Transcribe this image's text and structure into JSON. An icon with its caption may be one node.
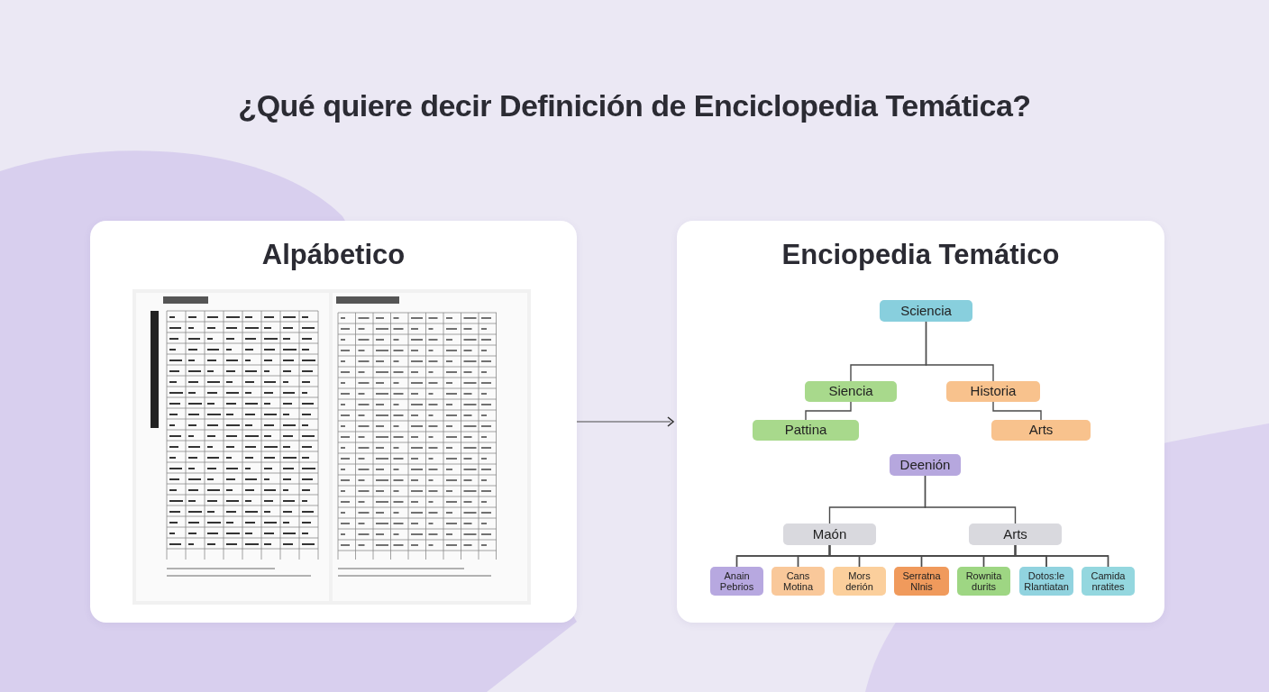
{
  "diagram": {
    "title": "¿Qué quiere decir Definición de Enciclopedia Temática?",
    "nodes": [
      {
        "text": [
          "Alpábetico"
        ]
      },
      {
        "text": [
          "Enciopedia Temático"
        ]
      },
      {
        "text": [
          "Sciencia"
        ],
        "in": 1
      },
      {
        "text": [
          "Siencia"
        ],
        "in": 1
      },
      {
        "text": [
          "Historia"
        ],
        "in": 1
      },
      {
        "text": [
          "Pattina"
        ],
        "in": 1
      },
      {
        "text": [
          "Arts"
        ],
        "in": 1
      },
      {
        "text": [
          "Deenión"
        ],
        "in": 1
      },
      {
        "text": [
          "Maón"
        ],
        "in": 1
      },
      {
        "text": [
          "Arts"
        ],
        "in": 1
      },
      {
        "text": [
          "Anain Pebrios"
        ],
        "in": 1
      },
      {
        "text": [
          "Cans Motina"
        ],
        "in": 1
      },
      {
        "text": [
          "Mors derión"
        ],
        "in": 1
      },
      {
        "text": [
          "Serratna Nlnis"
        ],
        "in": 1
      },
      {
        "text": [
          "Rownita durits"
        ],
        "in": 1
      },
      {
        "text": [
          "Dotos:le Rlantiatan"
        ],
        "in": 1
      },
      {
        "text": [
          "Camida nratites"
        ],
        "in": 1
      }
    ],
    "edges": [
      {
        "from": 0,
        "to": 1,
        "arrow": "to"
      },
      {
        "from": 2,
        "to": 3,
        "arrow": "none"
      },
      {
        "from": 2,
        "to": 4,
        "arrow": "none"
      },
      {
        "from": 3,
        "to": 5,
        "arrow": "none"
      },
      {
        "from": 4,
        "to": 6,
        "arrow": "none"
      },
      {
        "from": 7,
        "to": 8,
        "arrow": "none"
      },
      {
        "from": 7,
        "to": 9,
        "arrow": "none"
      },
      {
        "from": 8,
        "to": 10,
        "arrow": "none"
      },
      {
        "from": 8,
        "to": 11,
        "arrow": "none"
      },
      {
        "from": 8,
        "to": 12,
        "arrow": "none"
      },
      {
        "from": 8,
        "to": 13,
        "arrow": "none"
      },
      {
        "from": 8,
        "to": 14,
        "arrow": "none"
      },
      {
        "from": 8,
        "to": 15,
        "arrow": "none"
      },
      {
        "from": 8,
        "to": 16,
        "arrow": "none"
      },
      {
        "from": 9,
        "to": 10,
        "arrow": "none"
      },
      {
        "from": 9,
        "to": 11,
        "arrow": "none"
      },
      {
        "from": 9,
        "to": 12,
        "arrow": "none"
      },
      {
        "from": 9,
        "to": 13,
        "arrow": "none"
      },
      {
        "from": 9,
        "to": 14,
        "arrow": "none"
      },
      {
        "from": 9,
        "to": 15,
        "arrow": "none"
      },
      {
        "from": 9,
        "to": 16,
        "arrow": "none"
      }
    ]
  }
}
